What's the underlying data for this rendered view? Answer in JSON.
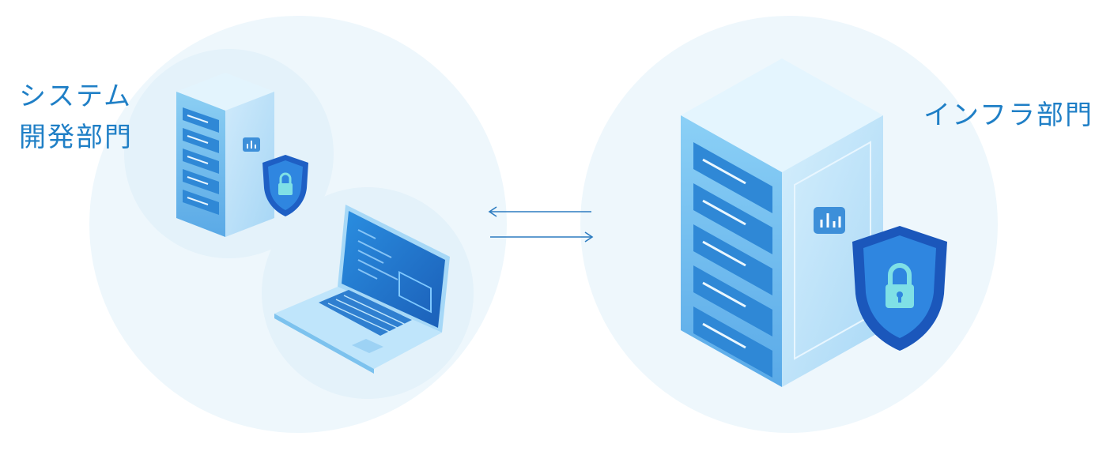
{
  "left_group": {
    "label_line1": "システム",
    "label_line2": "開発部門"
  },
  "right_group": {
    "label": "インフラ部門"
  },
  "colors": {
    "label_text": "#1f7fc6",
    "circle_light": "#eef7fc",
    "circle_mid": "#e3f1fa",
    "arrow": "#2d7cc0",
    "server_body": "#8fd0f5",
    "shield": "#1e63c8"
  },
  "icons": {
    "small_server": "server-rack-icon",
    "right_server": "server-rack-icon",
    "shield": "shield-lock-icon",
    "laptop": "laptop-icon",
    "arrow_left": "arrow-left-icon",
    "arrow_right": "arrow-right-icon"
  }
}
